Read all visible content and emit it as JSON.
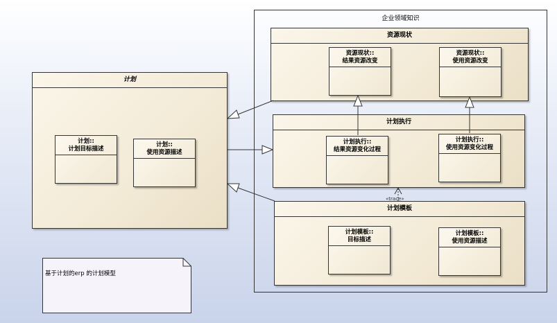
{
  "domain_frame": {
    "title": "企业领域知识"
  },
  "plan": {
    "title": "计划",
    "classes": [
      {
        "line1": "计划::",
        "line2": "计划目标描述"
      },
      {
        "line1": "计划::",
        "line2": "使用资源描述"
      }
    ]
  },
  "status": {
    "title": "资源现状",
    "classes": [
      {
        "line1": "资源现状::",
        "line2": "结果资源改变"
      },
      {
        "line1": "资源现状::",
        "line2": "使用资源改变"
      }
    ]
  },
  "exec": {
    "title": "计划执行",
    "classes": [
      {
        "line1": "计划执行::",
        "line2": "结果资源变化过程"
      },
      {
        "line1": "计划执行::",
        "line2": "使用资源变化过程"
      }
    ]
  },
  "template": {
    "title": "计划模板",
    "classes": [
      {
        "line1": "计划模板::",
        "line2": "目标描述"
      },
      {
        "line1": "计划模板::",
        "line2": "使用资源描述"
      }
    ]
  },
  "trace_label": "«trace»",
  "note": {
    "text": "基于计划的erp 的计划模型"
  }
}
